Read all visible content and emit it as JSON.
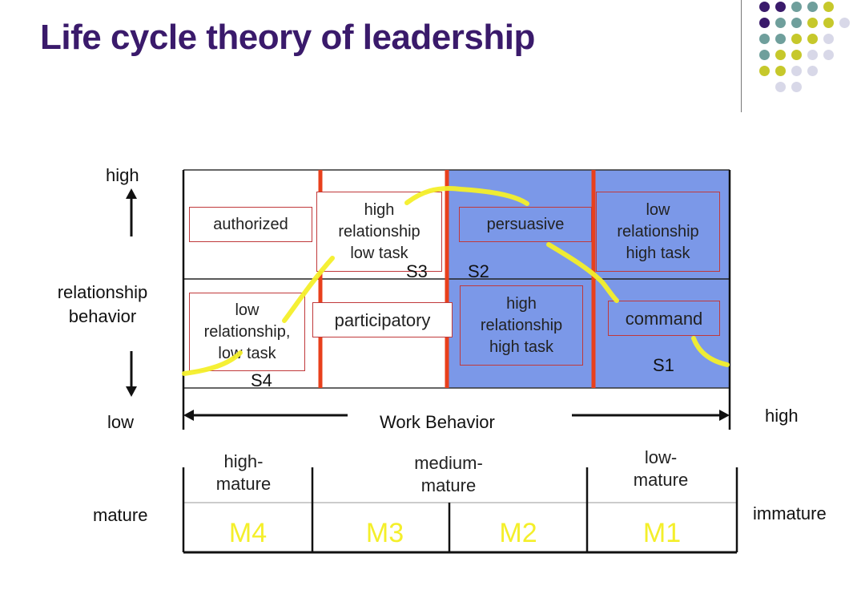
{
  "title": "Life cycle theory of leadership",
  "accent_colors": {
    "title": "#3a1a6b",
    "quadrant_fill": "#7b98e8",
    "divider": "#e8401c",
    "box_border": "#c0393b",
    "highlight": "#f4ef2a",
    "maturity_label": "#f4ef2a"
  },
  "dots": [
    [
      "#3a1a6b",
      "#3a1a6b",
      "#6f9f9c",
      "#6f9f9c",
      "#c6c82b"
    ],
    [
      "#3a1a6b",
      "#6f9f9c",
      "#6f9f9c",
      "#c6c82b",
      "#c6c82b",
      "#d8d8e8"
    ],
    [
      "#6f9f9c",
      "#6f9f9c",
      "#c6c82b",
      "#c6c82b",
      "#d8d8e8"
    ],
    [
      "#6f9f9c",
      "#c6c82b",
      "#c6c82b",
      "#d8d8e8",
      "#d8d8e8"
    ],
    [
      "#c6c82b",
      "#c6c82b",
      "#d8d8e8",
      "#d8d8e8"
    ],
    [
      "#d8d8e8",
      "#d8d8e8"
    ]
  ],
  "y_axis": {
    "high": "high",
    "label": "relationship\nbehavior",
    "low": "low"
  },
  "x_axis": {
    "label": "Work Behavior",
    "high": "high"
  },
  "boxes": {
    "authorized": "authorized",
    "high_rel_low_task": "high\nrelationship\nlow task",
    "persuasive": "persuasive",
    "low_rel_high_task": "low\nrelationship\nhigh task",
    "low_rel_low_task": "low\nrelationship,\nlow task",
    "participatory": "participatory",
    "high_rel_high_task": "high\nrelationship\nhigh task",
    "command": "command"
  },
  "styles": {
    "s1": "S1",
    "s2": "S2",
    "s3": "S3",
    "s4": "S4"
  },
  "maturity": {
    "left_label": "mature",
    "right_label": "immature",
    "groups": [
      "high-\nmature",
      "medium-\nmature",
      "low-\nmature"
    ],
    "levels": [
      "M4",
      "M3",
      "M2",
      "M1"
    ]
  }
}
